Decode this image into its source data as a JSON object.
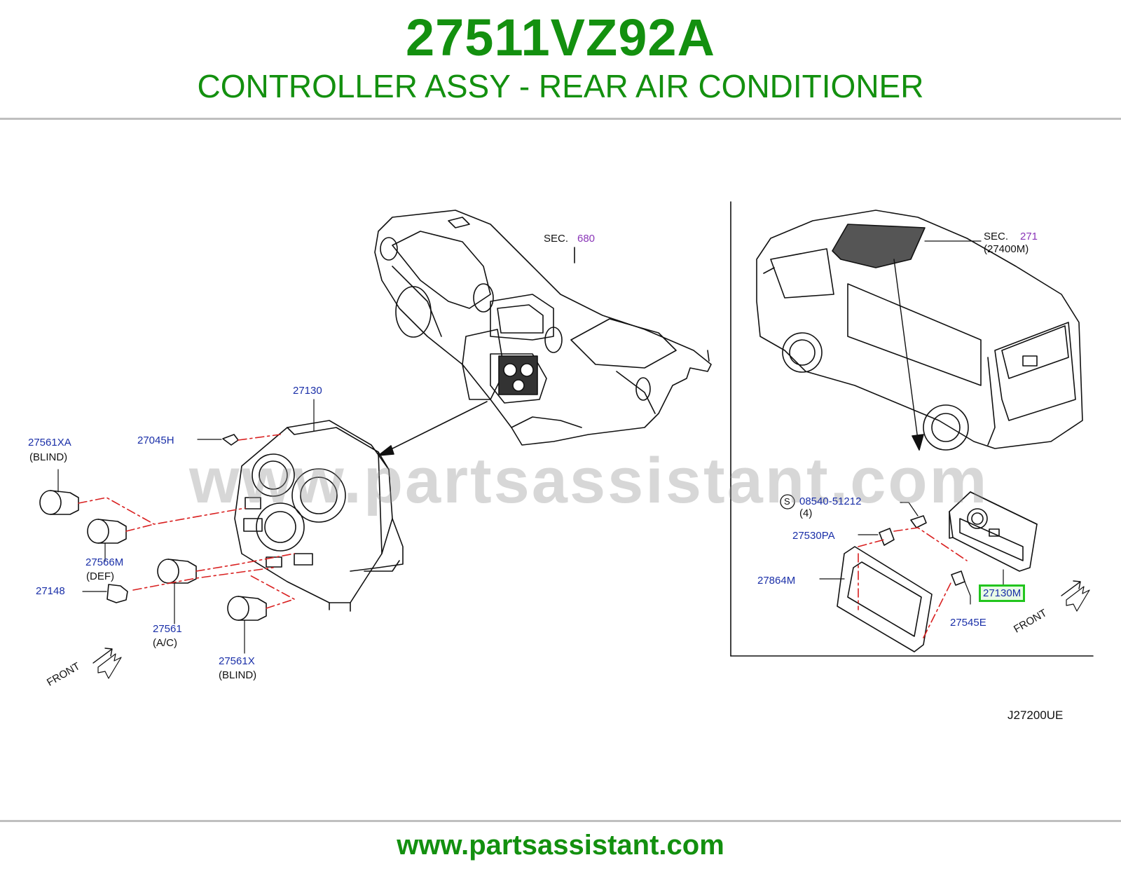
{
  "header": {
    "part_number": "27511VZ92A",
    "part_name": "CONTROLLER ASSY - REAR AIR CONDITIONER"
  },
  "footer": {
    "url": "www.partsassistant.com"
  },
  "watermark": "www.partsassistant.com",
  "diagram_code": "J27200UE",
  "colors": {
    "brand_green": "#13900f",
    "highlight_green": "#22c51e",
    "callout_blue": "#1a2fa8",
    "section_purple": "#8a35b8",
    "leader_red": "#d92020"
  },
  "left_panel": {
    "sec_label": "SEC.",
    "sec_number": "680",
    "front_label": "FRONT",
    "callouts": [
      {
        "code": "27130",
        "note": ""
      },
      {
        "code": "27045H",
        "note": ""
      },
      {
        "code": "27561XA",
        "note": "(BLIND)"
      },
      {
        "code": "27566M",
        "note": "(DEF)"
      },
      {
        "code": "27148",
        "note": ""
      },
      {
        "code": "27561",
        "note": "(A/C)"
      },
      {
        "code": "27561X",
        "note": "(BLIND)"
      }
    ]
  },
  "right_panel": {
    "sec_label": "SEC.",
    "sec_number": "271",
    "sec_ref": "(27400M)",
    "front_label": "FRONT",
    "screw_symbol": "S",
    "callouts": [
      {
        "code": "08540-51212",
        "note": "(4)"
      },
      {
        "code": "27530PA",
        "note": ""
      },
      {
        "code": "27864M",
        "note": ""
      },
      {
        "code": "27130M",
        "note": "",
        "highlighted": true
      },
      {
        "code": "27545E",
        "note": ""
      }
    ]
  }
}
